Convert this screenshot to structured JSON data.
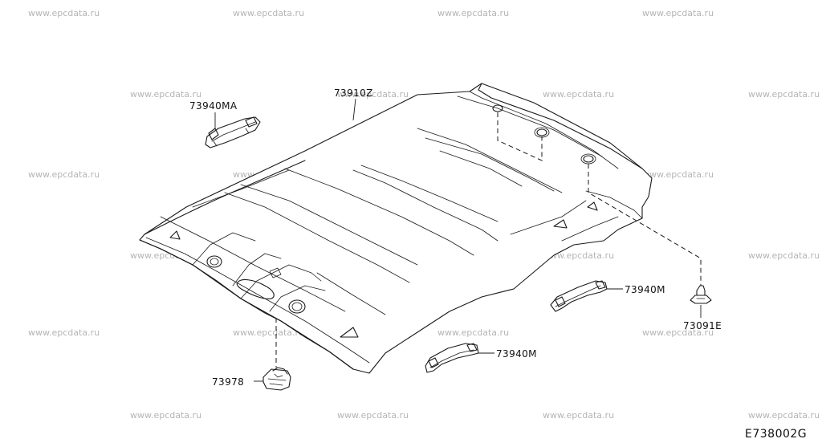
{
  "watermark": {
    "text": "www.epcdata.ru",
    "color": "#b5b5b5"
  },
  "parts": {
    "headlining": "73910Z",
    "grip_front_left": "73940MA",
    "grip_right": "73940M",
    "grip_rear": "73940M",
    "clip": "73091E",
    "lamp_bracket": "73978"
  },
  "diagram_code": "E738002G"
}
